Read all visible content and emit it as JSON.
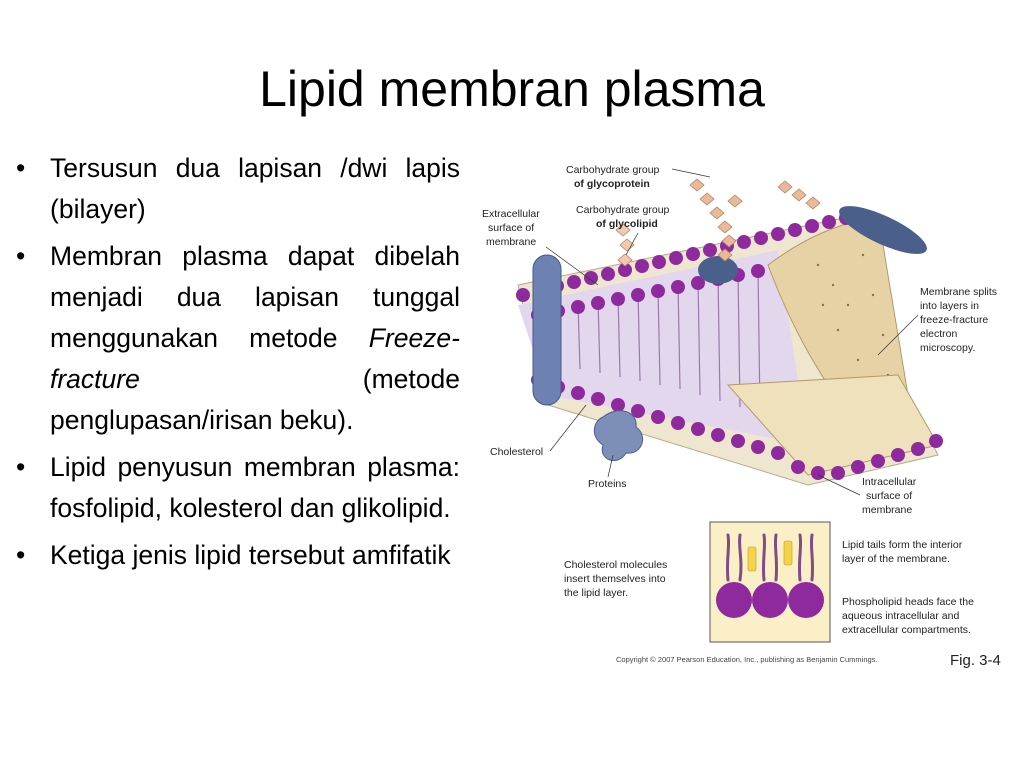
{
  "slide": {
    "title": "Lipid membran plasma",
    "bullets": [
      {
        "text": "Tersusun dua lapisan /dwi lapis (bilayer)"
      },
      {
        "before": "Membran plasma dapat dibelah menjadi dua lapisan tunggal menggunakan metode ",
        "italic": "Freeze-fracture",
        "after": " (metode penglupasan/irisan beku)."
      },
      {
        "text": "Lipid penyusun membran plasma: fosfolipid, kolesterol dan glikolipid."
      },
      {
        "text": "Ketiga jenis lipid tersebut amfifatik"
      }
    ]
  },
  "figure": {
    "labels": {
      "carb_glycoprotein_1": "Carbohydrate group",
      "carb_glycoprotein_2": "of glycoprotein",
      "carb_glycolipid_1": "Carbohydrate group",
      "carb_glycolipid_2": "of glycolipid",
      "extracellular_1": "Extracellular",
      "extracellular_2": "surface of",
      "extracellular_3": "membrane",
      "splits_1": "Membrane splits",
      "splits_2": "into layers in",
      "splits_3": "freeze-fracture",
      "splits_4": "electron",
      "splits_5": "microscopy.",
      "cholesterol": "Cholesterol",
      "proteins": "Proteins",
      "intracellular_1": "Intracellular",
      "intracellular_2": "surface of",
      "intracellular_3": "membrane",
      "chol_mol_1": "Cholesterol molecules",
      "chol_mol_2": "insert themselves into",
      "chol_mol_3": "the lipid layer.",
      "tails_1": "Lipid tails form the interior",
      "tails_2": "layer of the membrane.",
      "heads_1": "Phospholipid heads face the",
      "heads_2": "aqueous intracellular and",
      "heads_3": "extracellular compartments.",
      "copyright": "Copyright © 2007 Pearson Education, Inc., publishing as Benjamin Cummings.",
      "fig_num": "Fig. 3-4"
    },
    "colors": {
      "head": "#8e2a9e",
      "tail": "#c7a6d6",
      "protein": "#6d82b3",
      "fracture": "#e6d2a4",
      "carb": "#e8b99a"
    }
  }
}
